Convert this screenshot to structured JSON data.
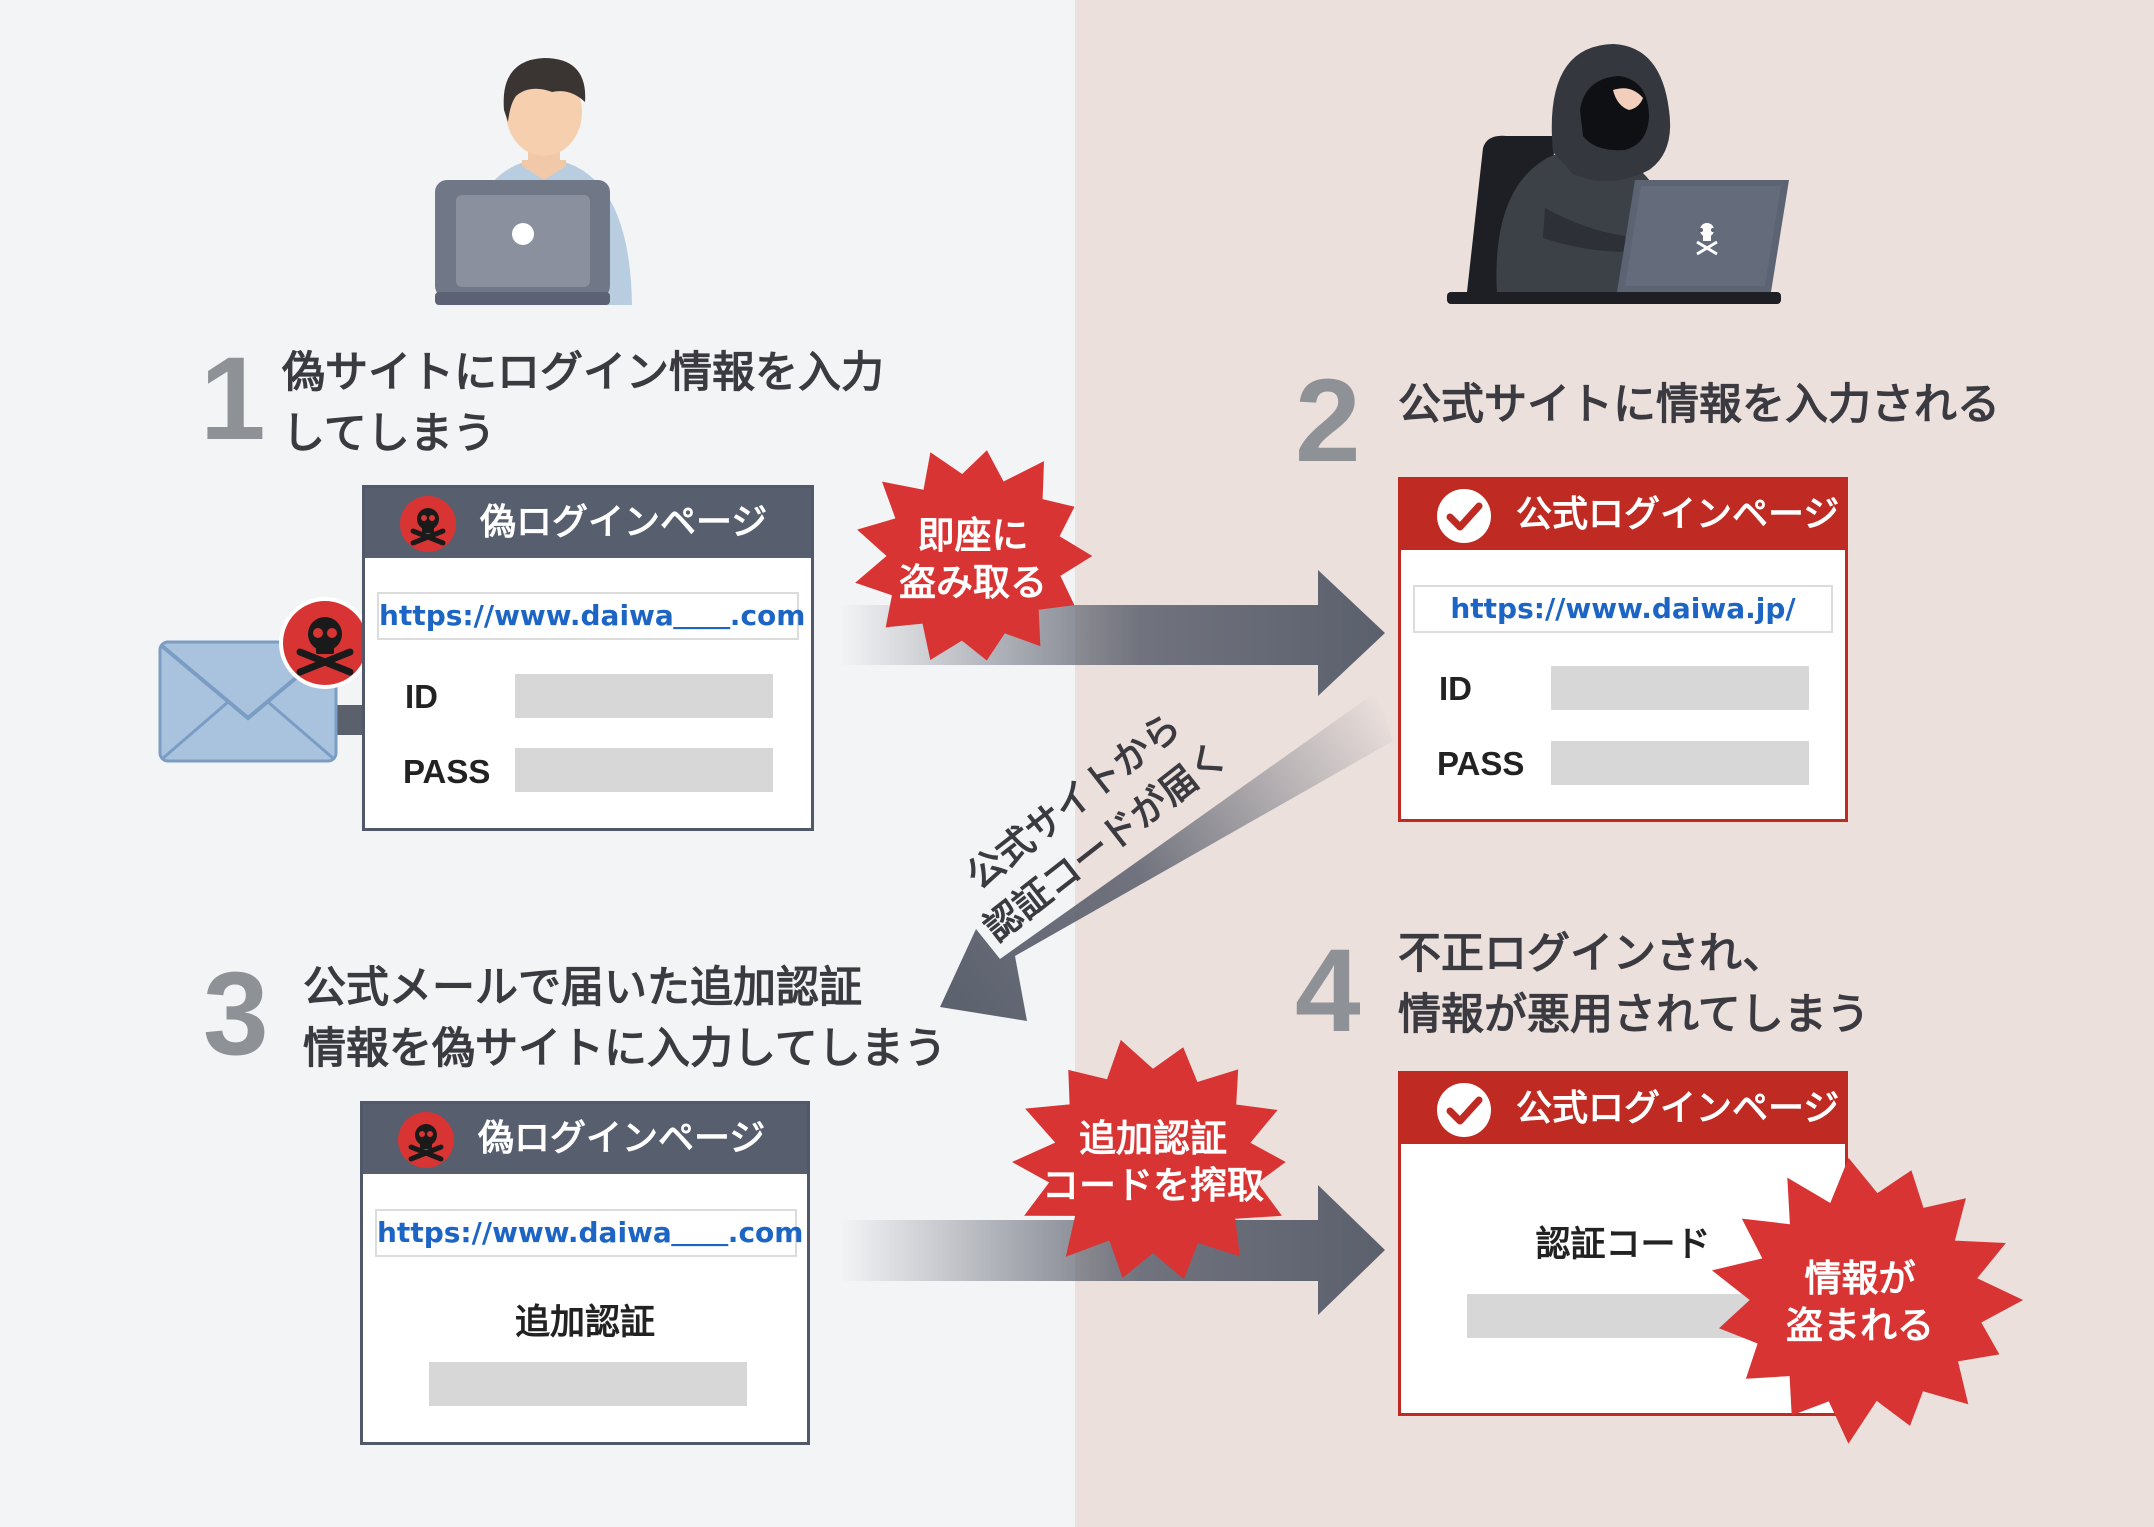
{
  "colors": {
    "left_bg": "#f3f4f6",
    "right_bg": "#ebe0dc",
    "fake_header": "#575e6e",
    "official_red": "#bf2a22",
    "burst_red": "#d93434",
    "url_blue": "#1c65c4",
    "step_gray": "#8e9196"
  },
  "icons": {
    "victim": "person-laptop-icon",
    "attacker": "hooded-hacker-icon",
    "mail": "envelope-icon",
    "danger": "skull-icon",
    "verified": "check-circle-icon"
  },
  "steps": [
    {
      "number": "1",
      "lines": [
        "偽サイトにログイン情報を入力",
        "してしまう"
      ]
    },
    {
      "number": "2",
      "lines": [
        "公式サイトに情報を入力される"
      ]
    },
    {
      "number": "3",
      "lines": [
        "公式メールで届いた追加認証",
        "情報を偽サイトに入力してしまう"
      ]
    },
    {
      "number": "4",
      "lines": [
        "不正ログインされ、",
        "情報が悪用されてしまう"
      ]
    }
  ],
  "fake_page_1": {
    "title": "偽ログインページ",
    "url": "https://www.daiwa＿＿.com",
    "id_label": "ID",
    "pass_label": "PASS"
  },
  "official_page_2": {
    "title": "公式ログインページ",
    "url": "https://www.daiwa.jp/",
    "id_label": "ID",
    "pass_label": "PASS"
  },
  "fake_page_3": {
    "title": "偽ログインページ",
    "url": "https://www.daiwa＿＿.com",
    "field_label": "追加認証"
  },
  "official_page_4": {
    "title": "公式ログインページ",
    "field_label": "認証コード"
  },
  "bursts": {
    "steal_instantly": [
      "即座に",
      "盗み取る"
    ],
    "steal_code": [
      "追加認証",
      "コードを搾取"
    ],
    "info_stolen": [
      "情報が",
      "盗まれる"
    ]
  },
  "diagonal_label": [
    "公式サイトから",
    "認証コードが届く"
  ]
}
